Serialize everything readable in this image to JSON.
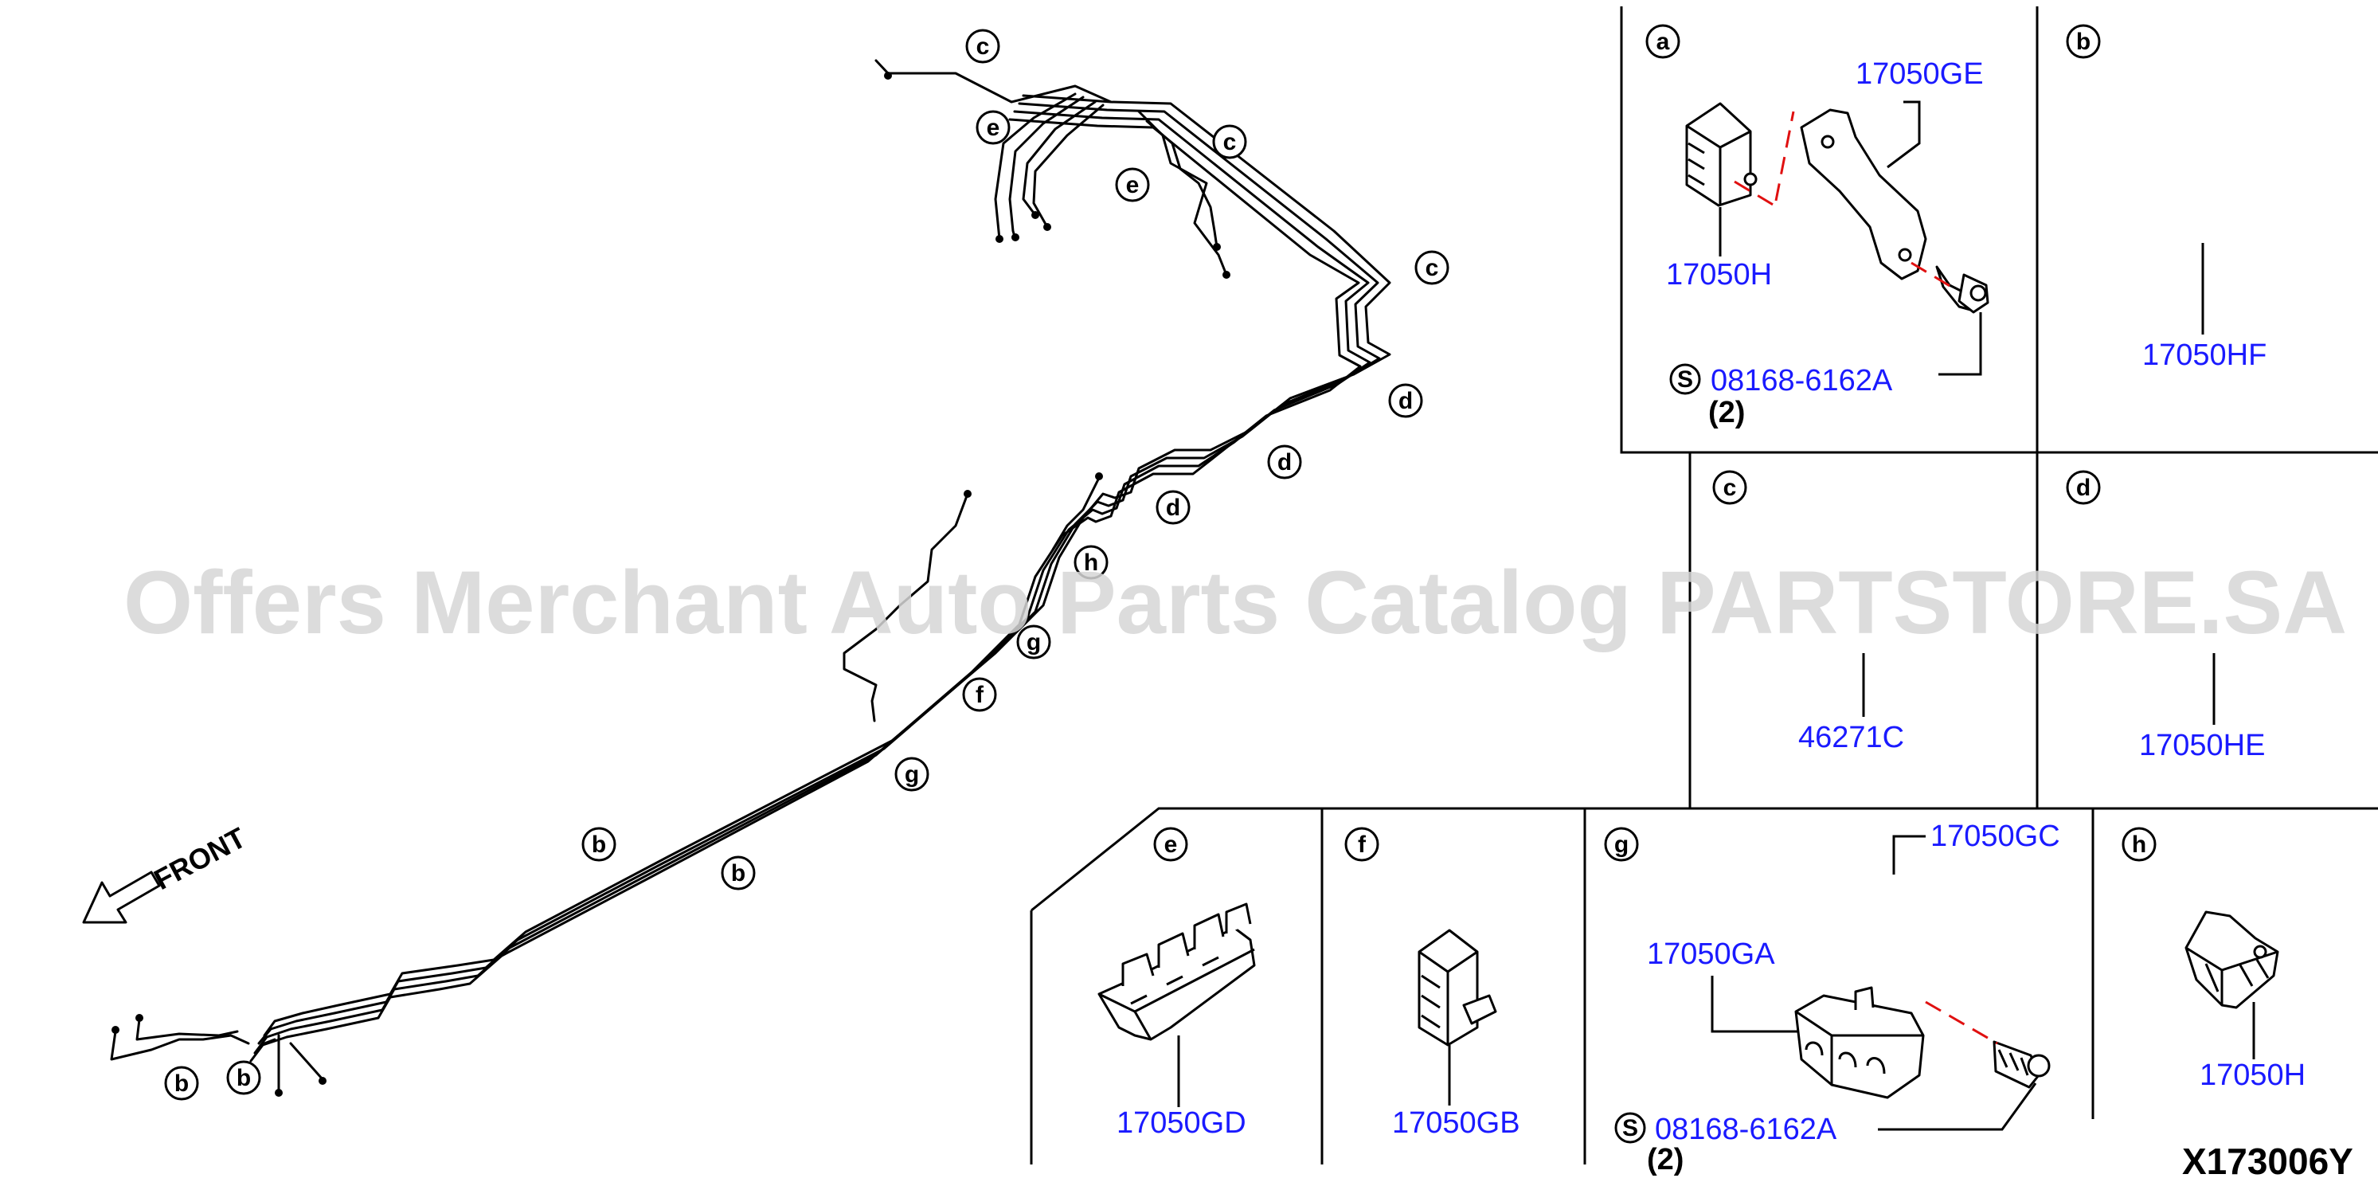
{
  "diagram": {
    "watermark": "Offers Merchant Auto Parts Catalog PARTSTORE.SA",
    "drawing_code": "X173006Y",
    "front_label": "FRONT",
    "main_callouts": [
      "c",
      "e",
      "c",
      "e",
      "c",
      "d",
      "d",
      "d",
      "h",
      "g",
      "f",
      "g",
      "b",
      "b",
      "b",
      "b"
    ],
    "panels": {
      "a": {
        "label": "a",
        "parts": [
          "17050GE",
          "17050H",
          "08168-6162A"
        ],
        "bolt_qty": "(2)",
        "standard_mark": "S"
      },
      "b": {
        "label": "b",
        "parts": [
          "17050HF"
        ]
      },
      "c": {
        "label": "c",
        "parts": [
          "46271C"
        ]
      },
      "d": {
        "label": "d",
        "parts": [
          "17050HE"
        ]
      },
      "e": {
        "label": "e",
        "parts": [
          "17050GD"
        ]
      },
      "f": {
        "label": "f",
        "parts": [
          "17050GB"
        ]
      },
      "g": {
        "label": "g",
        "parts": [
          "17050GC",
          "17050GA",
          "08168-6162A"
        ],
        "bolt_qty": "(2)",
        "standard_mark": "S"
      },
      "h": {
        "label": "h",
        "parts": [
          "17050H"
        ]
      }
    },
    "colors": {
      "part_number": "#1a1aff",
      "dashed_guide": "#e01010",
      "watermark": "#d6d6d6"
    }
  }
}
